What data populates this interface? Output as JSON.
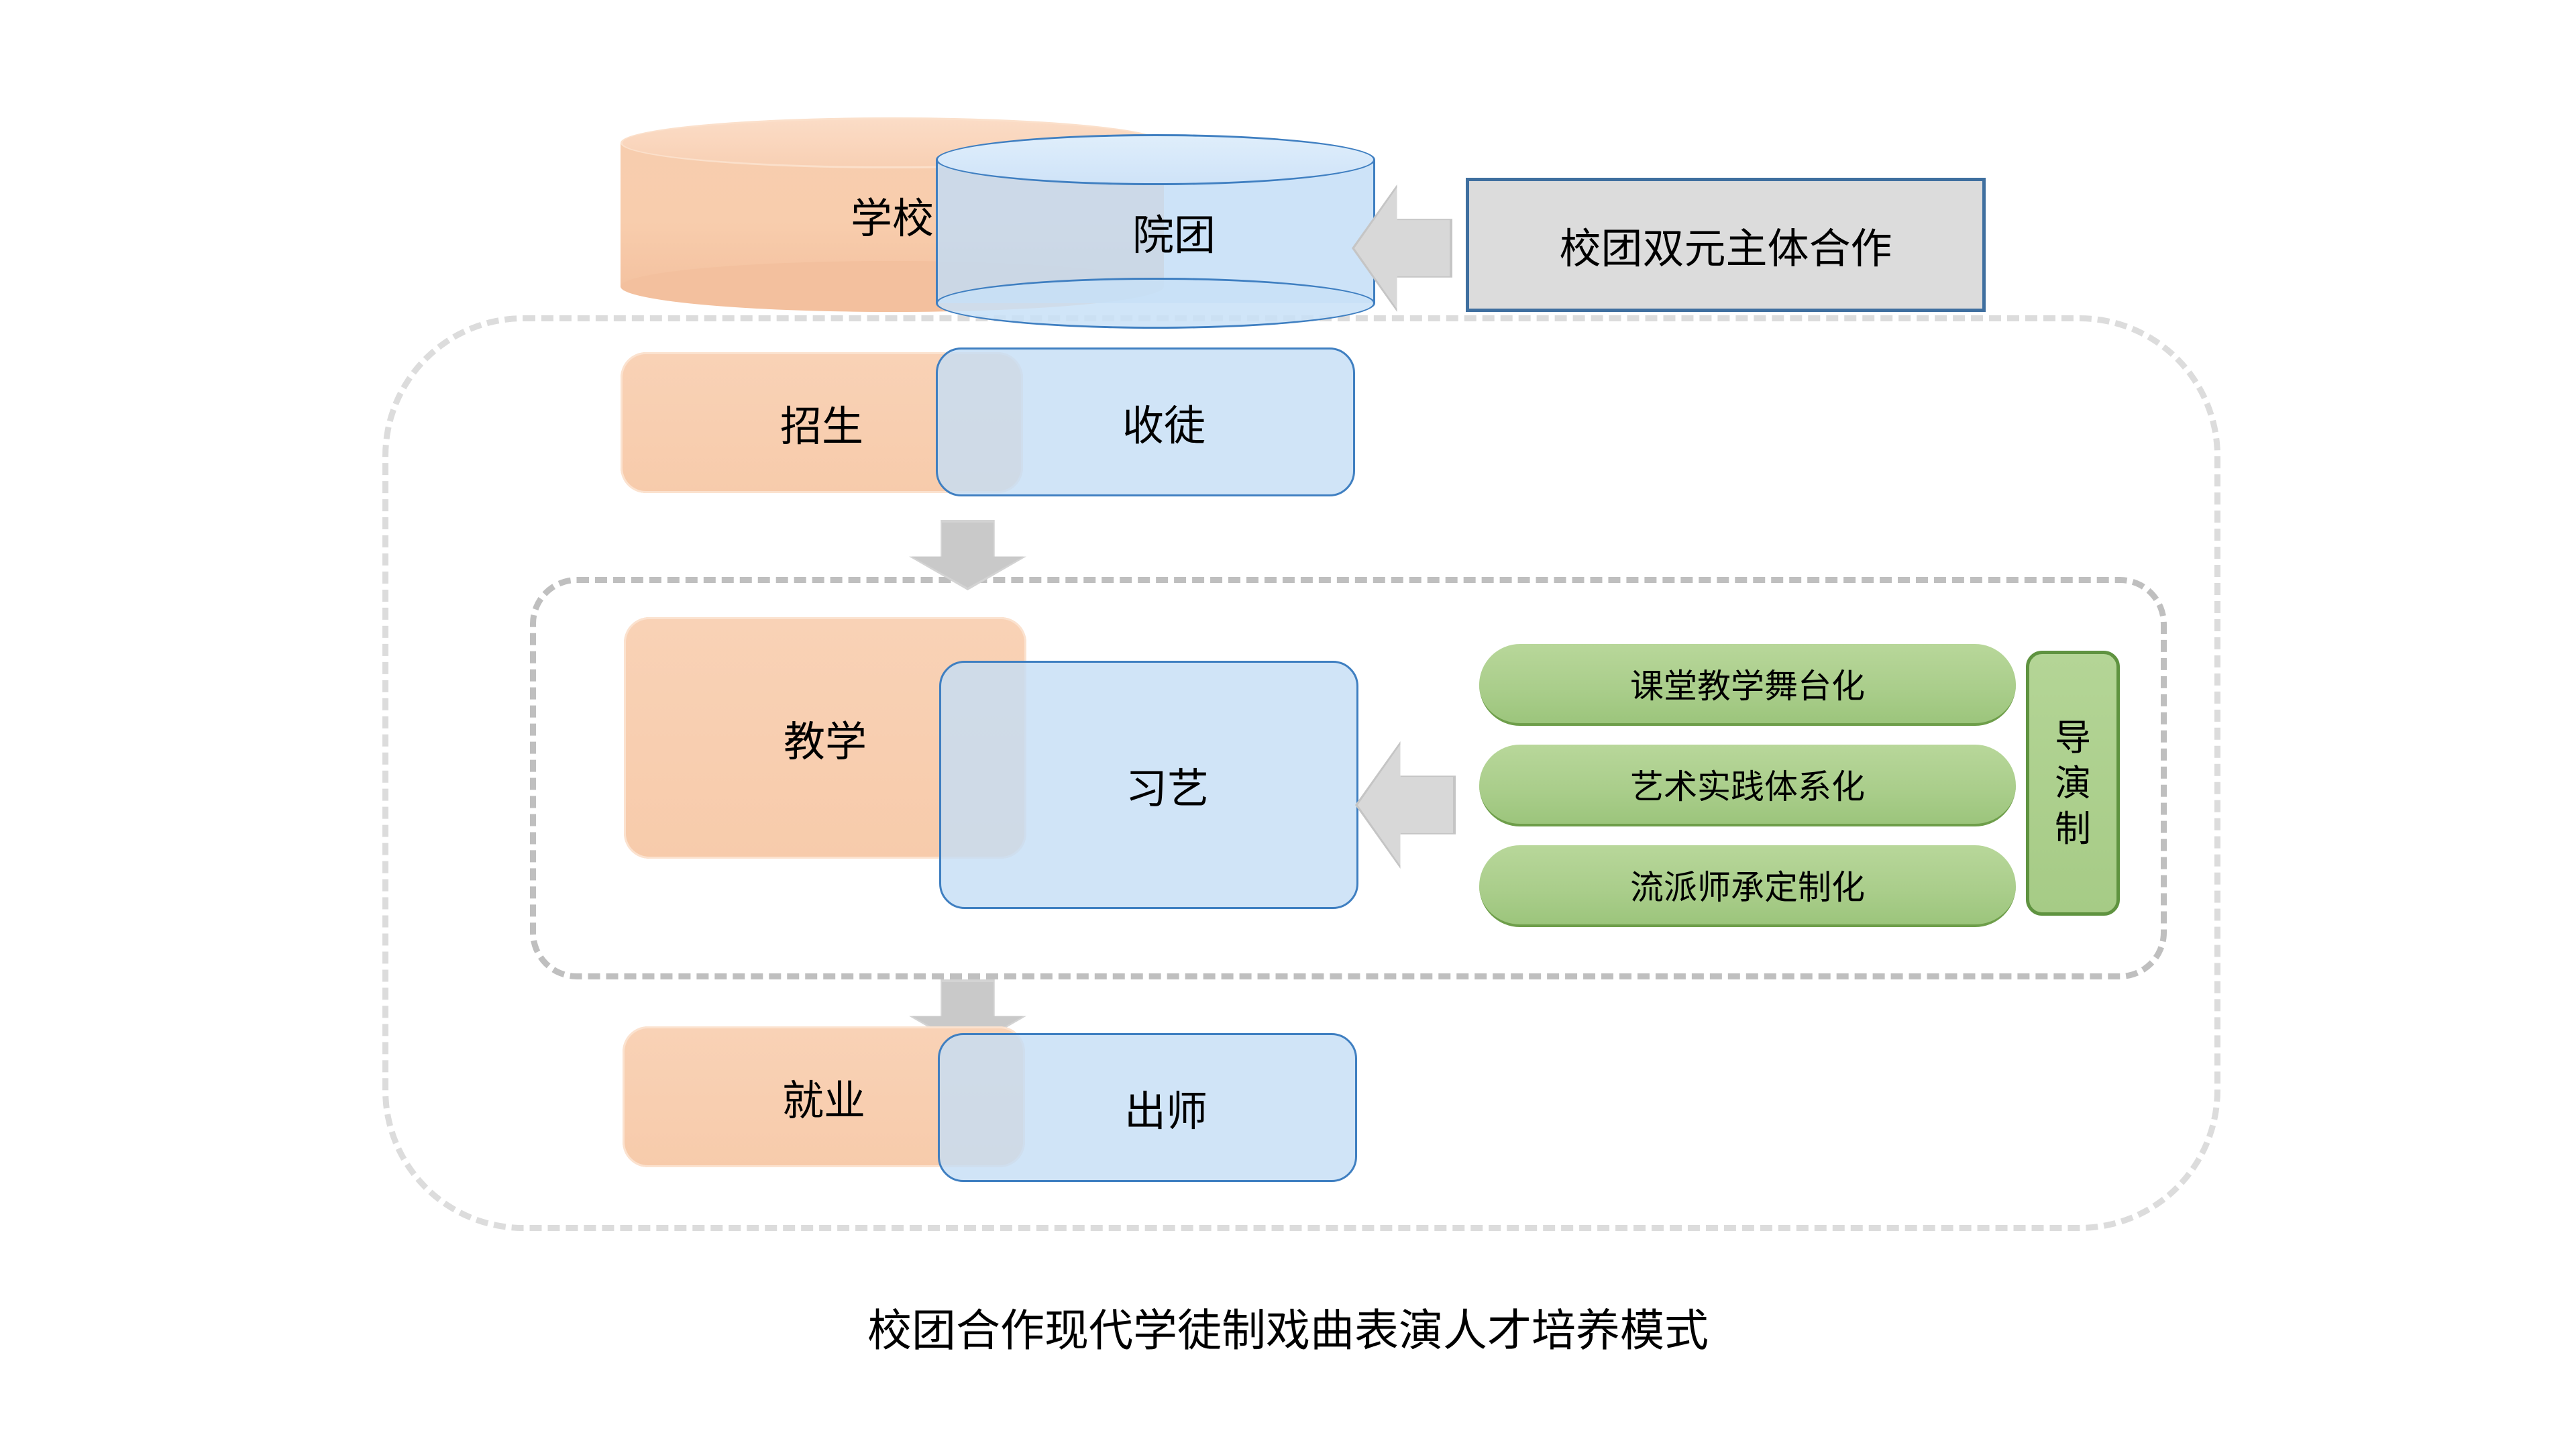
{
  "diagram": {
    "caption": "校团合作现代学徒制戏曲表演人才培养模式",
    "callout": {
      "label": "校团双元主体合作"
    },
    "cylinders": {
      "left": {
        "label": "学校",
        "fill": "#f8cdad"
      },
      "right": {
        "label": "院团",
        "fill": "#c4ddf5"
      }
    },
    "rows": [
      {
        "school": "招生",
        "troupe": "收徒"
      },
      {
        "school": "教学",
        "troupe": "习艺"
      },
      {
        "school": "就业",
        "troupe": "出师"
      }
    ],
    "practices": [
      {
        "label": "课堂教学舞台化"
      },
      {
        "label": "艺术实践体系化"
      },
      {
        "label": "流派师承定制化"
      }
    ],
    "director_system": {
      "chars": [
        "导",
        "演",
        "制"
      ],
      "fill": "#aacf8c",
      "border": "#5f9340"
    },
    "colors": {
      "school_orange": "#f8cdad",
      "troupe_blue": "#c4ddf5",
      "troupe_border": "#3f7fc1",
      "practice_green": "#a9cd8a",
      "practice_border": "#6e9e4a",
      "arrow_gray": "#d3d3d3",
      "dash_outer": "#dcdcdc",
      "dash_inner": "#bfbfbf",
      "callout_fill": "#dcdcdc",
      "callout_border": "#3f6f9f"
    },
    "arrows": {
      "cooperation": "left-arrow-icon",
      "enroll_to_teach": "down-arrow-icon",
      "teach_to_employ": "down-arrow-icon",
      "practices_to_learn": "left-arrow-icon"
    }
  }
}
